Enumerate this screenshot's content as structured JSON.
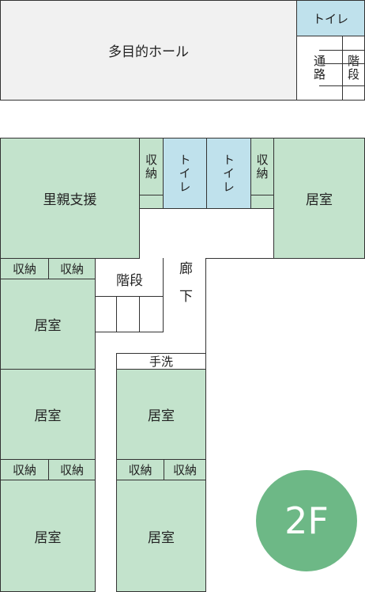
{
  "floor_badge": "2F",
  "upper_building": {
    "hall": "多目的ホール",
    "toilet": "トイレ",
    "passage": "通路",
    "stairs": "階段"
  },
  "main_building": {
    "foster_support": "里親支援",
    "storage": "収納",
    "toilet": "トイレ",
    "living_room": "居室",
    "stairs": "階段",
    "corridor": "廊下",
    "wash": "手洗"
  },
  "colors": {
    "room_green": "#c3e3cc",
    "toilet_blue": "#bfe1ec",
    "hall_gray": "#f1f1f1",
    "badge_green": "#6db886"
  }
}
